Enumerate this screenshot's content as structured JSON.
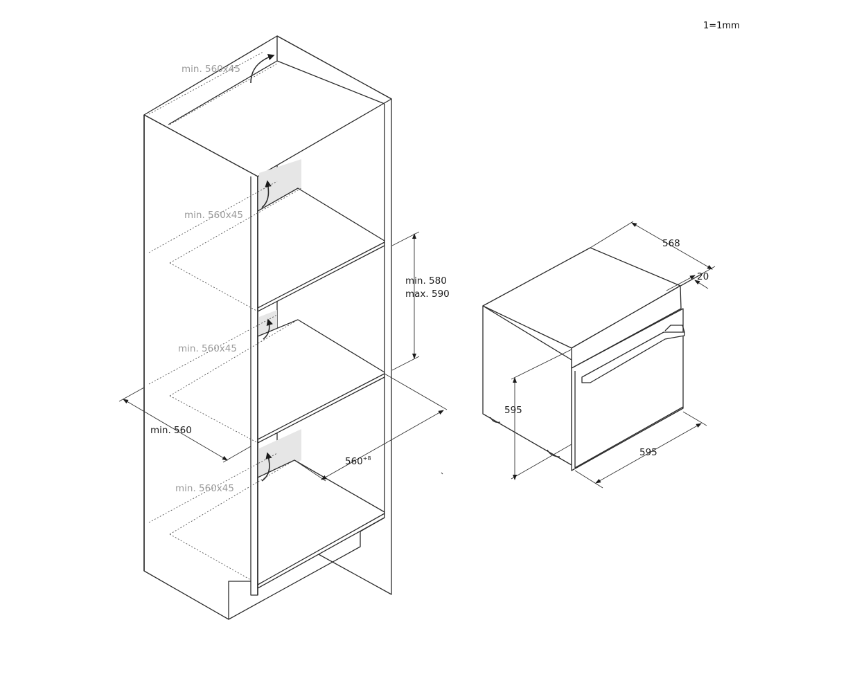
{
  "scale_note": "1=1mm",
  "cabinet": {
    "vent_labels": [
      "min. 560x45",
      "min. 560x45",
      "min. 560x45",
      "min. 560x45"
    ],
    "niche_height": {
      "min": "min. 580",
      "max": "max. 590"
    },
    "width_label": "min. 560",
    "depth_label": "560",
    "depth_tolerance": "+8"
  },
  "oven": {
    "depth": "568",
    "front_thickness": "20",
    "height": "595",
    "width": "595"
  },
  "colors": {
    "line": "#2b2b2b",
    "label_gray": "#9a9a9a",
    "vent_fill": "#e6e6e6"
  }
}
